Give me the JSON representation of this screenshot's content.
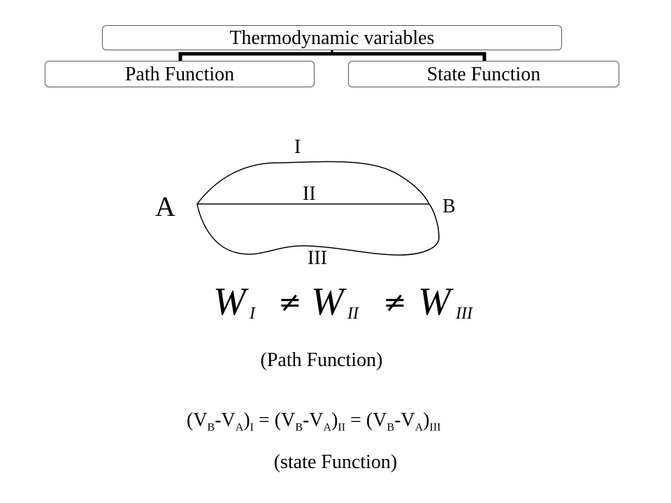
{
  "header": {
    "top_label": "Thermodynamic  variables",
    "left_label": "Path Function",
    "right_label": "State Function"
  },
  "diagram": {
    "point_a": "A",
    "point_b": "B",
    "path_1": "I",
    "path_2": "II",
    "path_3": "III"
  },
  "work_eq": {
    "w1": "W",
    "s1": "I",
    "neq1": "≠",
    "w2": "W",
    "s2": "II",
    "neq2": "≠",
    "w3": "W",
    "s3": "III"
  },
  "captions": {
    "path": "(Path Function)",
    "state": "(state Function)"
  },
  "volume_eq": {
    "p1": "(V",
    "sB1": "B",
    "p2": "-V",
    "sA1": "A",
    "p3": ")",
    "sI": "I",
    "p4": " = (V",
    "sB2": "B",
    "p5": "-V",
    "sA2": "A",
    "p6": ")",
    "sII": "II",
    "p7": " = (V",
    "sB3": "B",
    "p8": "-V",
    "sA3": "A",
    "p9": ")",
    "sIII": "III"
  }
}
